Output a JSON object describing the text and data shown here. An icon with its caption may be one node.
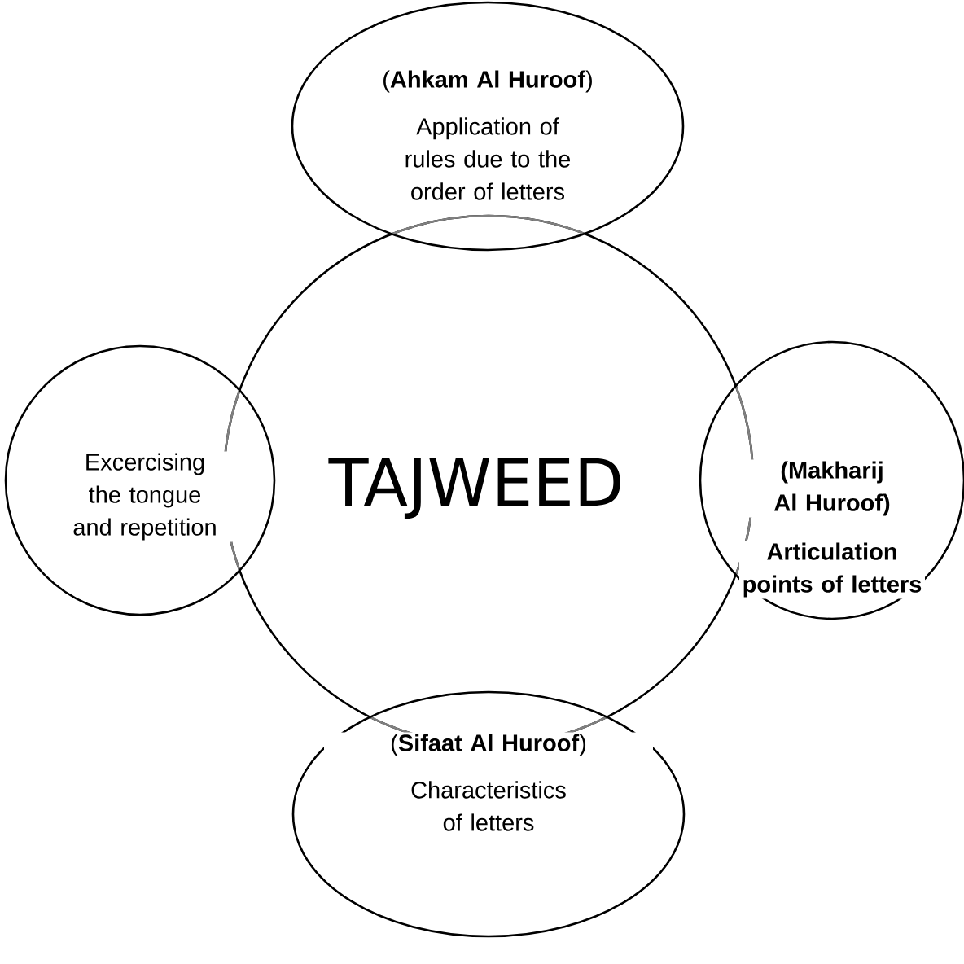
{
  "diagram": {
    "nodes": [
      {
        "text": [
          "TAJWEED"
        ]
      },
      {
        "text": [
          "(**Ahkam Al Huroof**)",
          "Application of rules due to the order of letters"
        ]
      },
      {
        "text": [
          "(Makharij Al Huroof)",
          "Articulation points of letters"
        ]
      },
      {
        "text": [
          "Excercising the tongue and repetition"
        ]
      },
      {
        "text": [
          "(**Sifaat Al Huroof**)",
          "Characteristics of letters"
        ]
      }
    ]
  }
}
